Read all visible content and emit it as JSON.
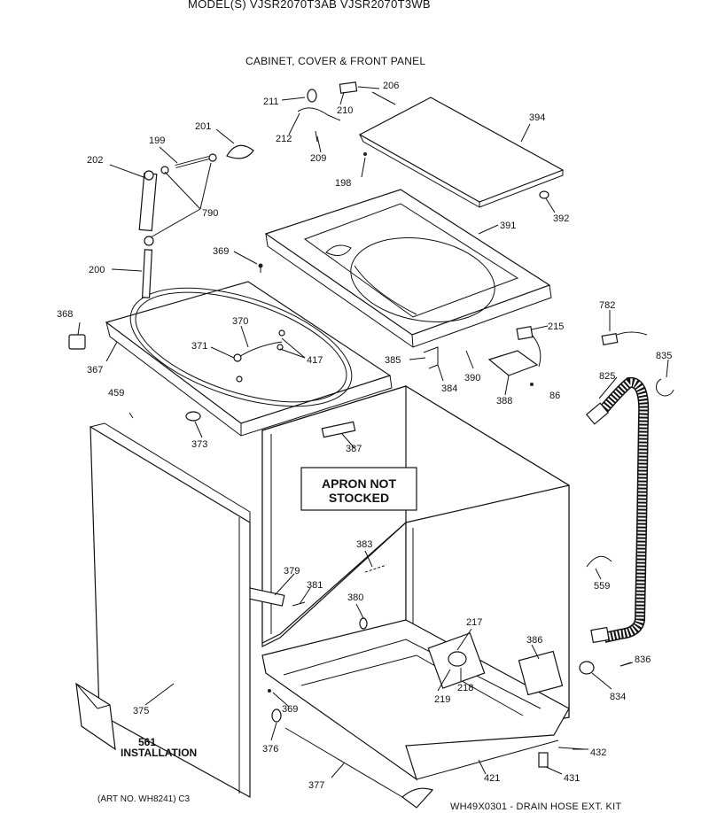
{
  "header": {
    "model_line": "MODEL(S) VJSR2070T3AB  VJSR2070T3WB",
    "section_title": "CABINET, COVER & FRONT PANEL"
  },
  "notice": {
    "line1": "APRON NOT",
    "line2": "STOCKED"
  },
  "installation": {
    "number": "561",
    "label": "INSTALLATION"
  },
  "footer": {
    "art_no": "(ART NO. WH8241) C3",
    "kit_note": "WH49X0301 - DRAIN HOSE EXT. KIT"
  },
  "callouts": [
    "211",
    "210",
    "206",
    "212",
    "209",
    "198",
    "394",
    "201",
    "199",
    "202",
    "790",
    "200",
    "392",
    "391",
    "369",
    "368",
    "370",
    "371",
    "417",
    "367",
    "385",
    "384",
    "390",
    "388",
    "86",
    "215",
    "782",
    "835",
    "825",
    "459",
    "373",
    "387",
    "383",
    "379",
    "381",
    "380",
    "217",
    "218",
    "219",
    "386",
    "836",
    "834",
    "559",
    "375",
    "369",
    "376",
    "377",
    "421",
    "431",
    "432"
  ]
}
